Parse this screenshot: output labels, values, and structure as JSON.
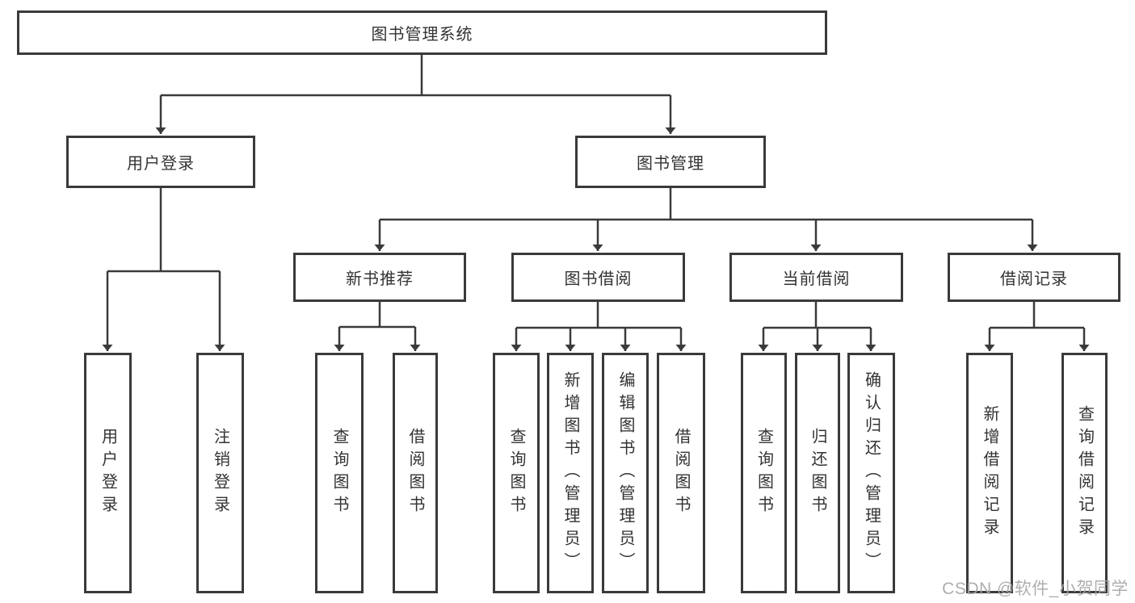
{
  "tree": {
    "label": "图书管理系统",
    "children": [
      {
        "label": "用户登录",
        "children": [
          {
            "label": "用户登录"
          },
          {
            "label": "注销登录"
          }
        ]
      },
      {
        "label": "图书管理",
        "children": [
          {
            "label": "新书推荐",
            "children": [
              {
                "label": "查询图书"
              },
              {
                "label": "借阅图书"
              }
            ]
          },
          {
            "label": "图书借阅",
            "children": [
              {
                "label": "查询图书"
              },
              {
                "label": "新增图书（管理员）"
              },
              {
                "label": "编辑图书（管理员）"
              },
              {
                "label": "借阅图书"
              }
            ]
          },
          {
            "label": "当前借阅",
            "children": [
              {
                "label": "查询图书"
              },
              {
                "label": "归还图书"
              },
              {
                "label": "确认归还（管理员）"
              }
            ]
          },
          {
            "label": "借阅记录",
            "children": [
              {
                "label": "新增借阅记录"
              },
              {
                "label": "查询借阅记录"
              }
            ]
          }
        ]
      }
    ]
  },
  "watermark": "CSDN @软件_小贺同学",
  "colors": {
    "line": "#3a3a3a",
    "box_border": "#3a3a3a",
    "text": "#333333",
    "watermark": "#a6a6a6",
    "background": "#ffffff"
  }
}
